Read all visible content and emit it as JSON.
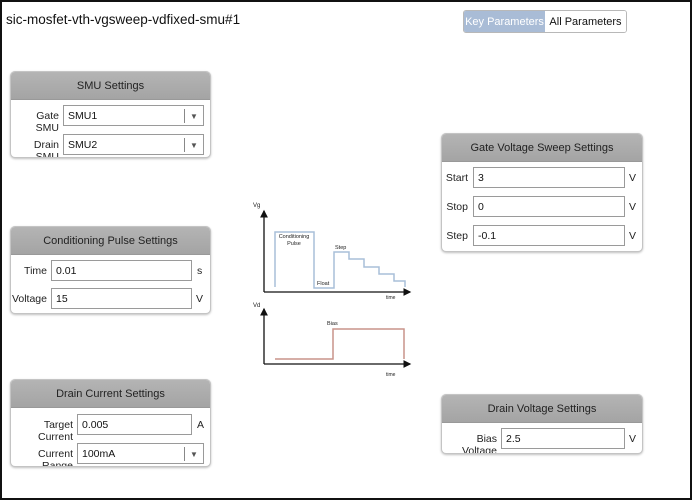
{
  "title": "sic-mosfet-vth-vgsweep-vdfixed-smu#1",
  "tabs": [
    {
      "label": "Key Parameters",
      "selected": true
    },
    {
      "label": "All Parameters",
      "selected": false
    }
  ],
  "smu": {
    "title": "SMU Settings",
    "gate_label": "Gate SMU",
    "gate_value": "SMU1",
    "drain_label": "Drain SMU",
    "drain_value": "SMU2"
  },
  "pulse": {
    "title": "Conditioning Pulse Settings",
    "time_label": "Time",
    "time_value": "0.01",
    "time_unit": "s",
    "voltage_label": "Voltage",
    "voltage_value": "15",
    "voltage_unit": "V"
  },
  "drain_current": {
    "title": "Drain Current Settings",
    "target_label": "Target Current",
    "target_value": "0.005",
    "target_unit": "A",
    "range_label": "Current Range",
    "range_value": "100mA"
  },
  "sweep": {
    "title": "Gate Voltage Sweep Settings",
    "start_label": "Start",
    "start_value": "3",
    "stop_label": "Stop",
    "stop_value": "0",
    "step_label": "Step",
    "step_value": "-0.1",
    "unit": "V"
  },
  "drain_voltage": {
    "title": "Drain Voltage Settings",
    "bias_label": "Bias Voltage",
    "bias_value": "2.5",
    "unit": "V"
  },
  "diagram": {
    "vg_axis": "Vg",
    "vd_axis": "Vd",
    "time_label": "time",
    "conditioning": "Conditioning",
    "pulse": "Pulse",
    "float": "Float",
    "step": "Step",
    "bias": "Bias",
    "vg_color": "#a9bfd9",
    "vd_color": "#c9938a"
  },
  "colors": {
    "tab_selected": "#a9bcd6",
    "panel_header": "#aaaaaa"
  }
}
